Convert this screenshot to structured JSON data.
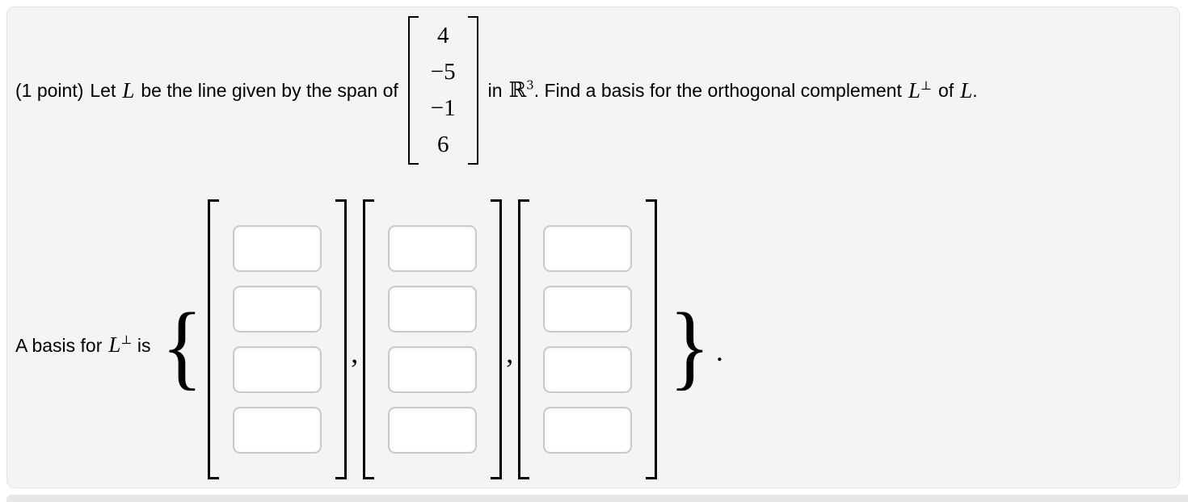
{
  "problem": {
    "points": "(1 point)",
    "intro_pre": "Let",
    "line_var": "L",
    "intro_post": "be the line given by the span of",
    "vector_entries": [
      "4",
      "−5",
      "−1",
      "6"
    ],
    "in_text": "in",
    "reals_symbol": "ℝ",
    "reals_sup": "3",
    "find_text": ". Find a basis for the orthogonal complement",
    "complement_var": "L",
    "perp_sup": "⊥",
    "of_text": "of",
    "end_var": "L",
    "end_period": "."
  },
  "answer": {
    "label_pre": "A basis for",
    "label_var": "L",
    "label_sup": "⊥",
    "label_post": "is",
    "open_brace": "{",
    "separator": ",",
    "close_brace": "}",
    "end_period": ".",
    "vectors": [
      {
        "entries": [
          "",
          "",
          "",
          ""
        ]
      },
      {
        "entries": [
          "",
          "",
          "",
          ""
        ]
      },
      {
        "entries": [
          "",
          "",
          "",
          ""
        ]
      }
    ]
  },
  "colors": {
    "panel_bg": "#f4f4f4",
    "panel_border": "#e3e3e3",
    "input_border": "#c9c9c9",
    "bottom_strip": "#e7e7e7"
  }
}
